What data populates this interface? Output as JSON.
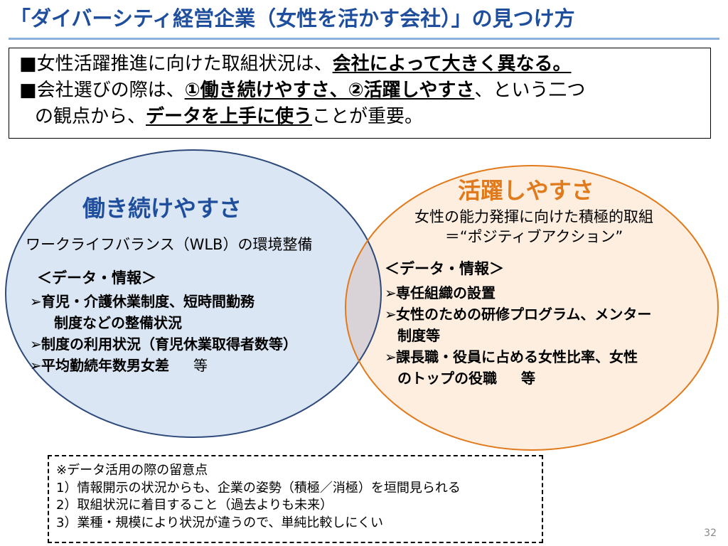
{
  "slide": {
    "title": "「ダイバーシティ経営企業（女性を活かす会社）」の見つけ方",
    "page_number": "32"
  },
  "summary": {
    "line1": {
      "bullet": "■",
      "text": "女性活躍推進に向けた取組状況は、",
      "emphasis": "会社によって大きく異なる。"
    },
    "line2": {
      "bullet": "■",
      "text": "会社選びの際は、",
      "emphasis": "①働き続けやすさ、②活躍しやすさ",
      "tail": "、という二つ"
    },
    "line3": {
      "text": "の観点から、",
      "emphasis": "データを上手に使う",
      "tail": "ことが重要。"
    }
  },
  "left_circle": {
    "heading": "働き続けやすさ",
    "subtitle": "ワークライフバランス（WLB）の環境整備",
    "data_title": "＜データ・情報＞",
    "items": [
      {
        "line1": "育児・介護休業制度、短時間勤務",
        "line2": "制度などの整備状況"
      },
      {
        "line1": "制度の利用状況（育児休業取得者数等）"
      },
      {
        "line1": "平均勤続年数男女差",
        "etc": "等"
      }
    ]
  },
  "right_circle": {
    "heading": "活躍しやすさ",
    "subtitle_line1": "女性の能力発揮に向けた積極的取組",
    "subtitle_line2": "＝“ポジティブアクション”",
    "data_title": "＜データ・情報＞",
    "items": [
      {
        "line1": "専任組織の設置"
      },
      {
        "line1": "女性のための研修プログラム、メンター",
        "line2": "制度等"
      },
      {
        "line1": "課長職・役員に占める女性比率、女性",
        "line2": "のトップの役職",
        "etc": "等"
      }
    ]
  },
  "note": {
    "title": "※データ活用の際の留意点",
    "items": [
      "1）情報開示の状況からも、企業の姿勢（積極／消極）を垣間見られる",
      "2）取組状況に着目すること（過去よりも未来）",
      "3）業種・規模により状況が違うので、単純比較しにくい"
    ]
  },
  "colors": {
    "title_blue": "#1f4e9c",
    "left_circle_fill": "#dbe6f4",
    "left_circle_stroke": "#2e4a7a",
    "right_circle_fill": "#fdeee0",
    "right_circle_stroke": "#e07a1c",
    "overlap_fill": "#d9d3d7"
  },
  "icons": {
    "list_marker": "arrow-right-icon"
  }
}
